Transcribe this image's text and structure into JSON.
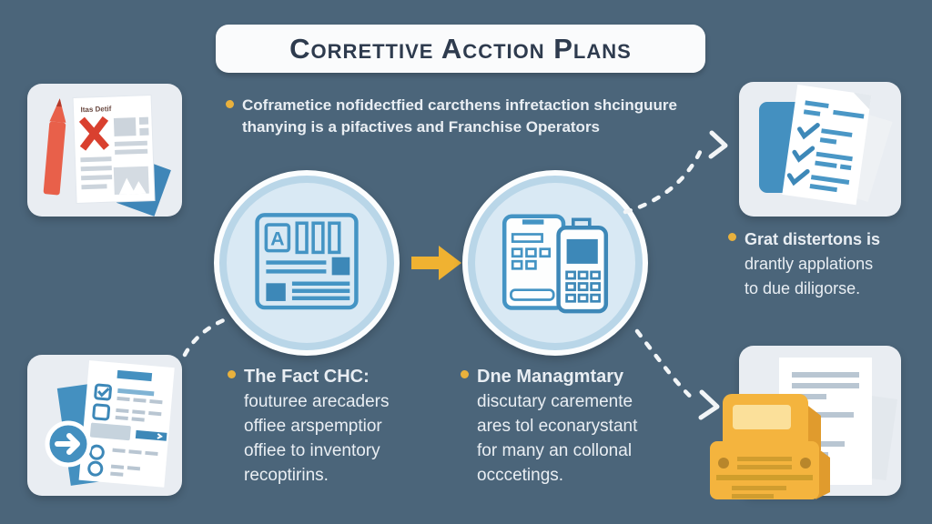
{
  "title": "Correttive Acction Plans",
  "notes": {
    "top": {
      "lines": [
        "Coframetice nofidectfied carcthens infretaction shcinguure",
        "thanying is a pifactives and Franchise Operators"
      ]
    },
    "right": {
      "lines": [
        "Grat distertons is",
        "drantly applations",
        "to due diligorse."
      ]
    },
    "bottom_left": {
      "heading": "The Fact CHC:",
      "lines": [
        "fouturee arecaders",
        "offiee arspemptior",
        "offiee to inventory",
        "recoptirins."
      ]
    },
    "bottom_right": {
      "heading": "Dne Managmtary",
      "lines": [
        "discutary caremente",
        "ares tol econarystant",
        "for many an collonal",
        "occcetings."
      ]
    }
  },
  "icons": {
    "form_letter": "A",
    "doc_label": "Itas Detif",
    "names": [
      "rejected-document-icon",
      "form-document-icon",
      "calculator-devices-icon",
      "checklist-clipboard-icon",
      "process-document-icon",
      "delivery-truck-document-icon",
      "right-arrow-icon"
    ]
  },
  "colors": {
    "background": "#4b657a",
    "banner_bg": "#fafbfc",
    "title_text": "#2e3b4e",
    "card_bg": "#e9edf2",
    "accent_gold": "#f0b231",
    "bullet_gold": "#e9b13d",
    "circle_ring": "#fbfdfe",
    "circle_band": "#b9d6e8",
    "circle_fill": "#d9e9f4",
    "icon_blue": "#4494c4",
    "icon_blue_dark": "#3d88b8",
    "folder_blue": "#4490c0",
    "truck_yellow": "#f4b43e",
    "truck_shade": "#e09b2d",
    "error_red": "#d9402f",
    "note_text": "#e9eef3",
    "dashed_line": "#f2f5f7"
  }
}
